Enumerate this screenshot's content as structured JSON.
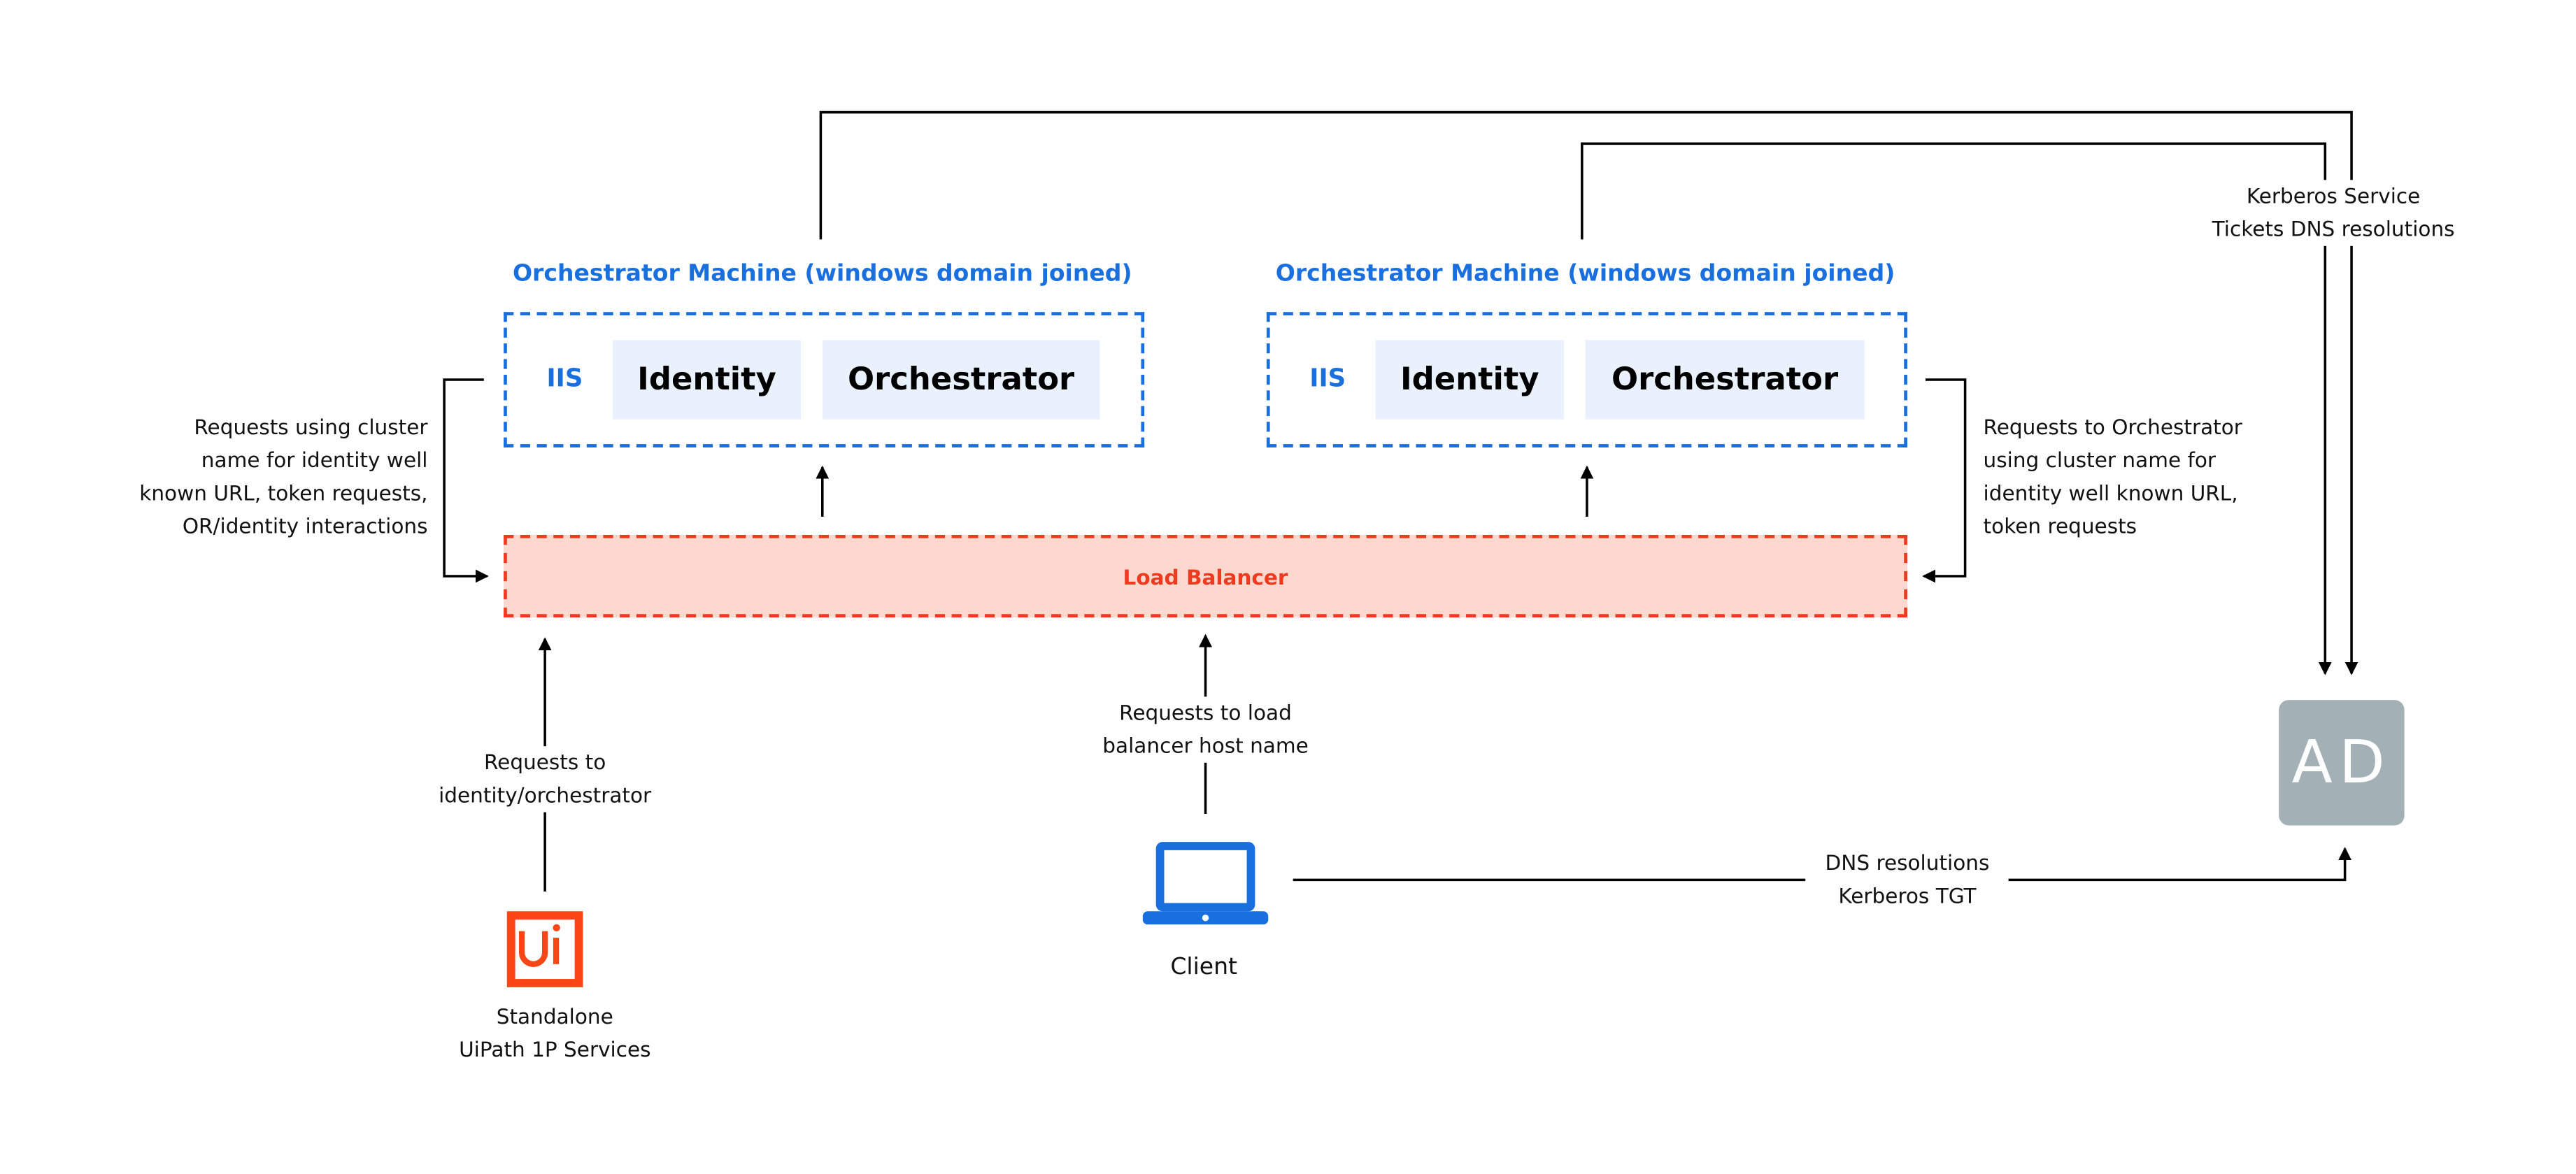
{
  "colors": {
    "accent_blue": "#1a6fdf",
    "load_balancer_red": "#ef3a20",
    "load_balancer_fill": "#fdd8cf",
    "component_fill": "#e8f1fc",
    "ad_gray": "#a3b1b7",
    "uipath_orange": "#fa4616"
  },
  "machines": [
    {
      "title": "Orchestrator Machine (windows domain joined)",
      "iis": "IIS",
      "identity": "Identity",
      "orchestrator": "Orchestrator"
    },
    {
      "title": "Orchestrator Machine (windows domain joined)",
      "iis": "IIS",
      "identity": "Identity",
      "orchestrator": "Orchestrator"
    }
  ],
  "load_balancer": "Load Balancer",
  "left_note": [
    "Requests using cluster",
    "name for identity well",
    "known URL, token requests,",
    "OR/identity interactions"
  ],
  "right_note": [
    "Requests to Orchestrator",
    "using cluster name for",
    "identity well known URL,",
    "token requests"
  ],
  "kerberos_note": [
    "Kerberos Service",
    "Tickets DNS resolutions"
  ],
  "uipath_note": [
    "Requests to",
    "identity/orchestrator"
  ],
  "uipath": {
    "logo": "Ui",
    "label": [
      "Standalone",
      "UiPath 1P Services"
    ],
    "icon": "uipath-logo"
  },
  "client_note": [
    "Requests to load",
    "balancer host name"
  ],
  "client": {
    "label": "Client",
    "icon": "laptop-icon"
  },
  "dns_note": [
    "DNS resolutions",
    "Kerberos TGT"
  ],
  "ad": "AD"
}
